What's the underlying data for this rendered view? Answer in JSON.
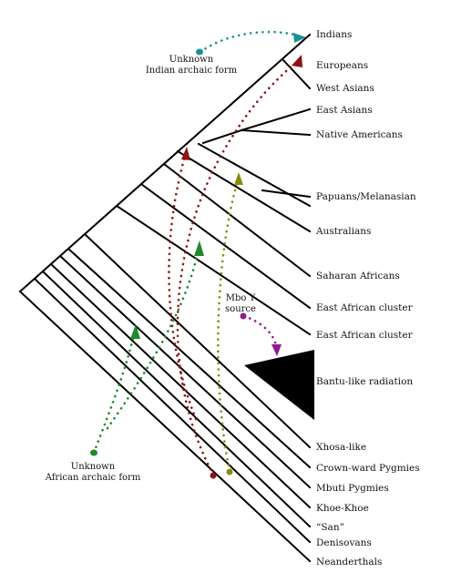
{
  "taxa": [
    "Indians",
    "Europeans",
    "West Asians",
    "East Asians",
    "Native Americans",
    "Papuans/Melanasian",
    "Australians",
    "Saharan Africans",
    "East African cluster",
    "East African cluster",
    "Bantu-like radiation",
    "Xhosa-like",
    "Crown-ward Pygmies",
    "Mbuti Pygmies",
    "Khoe-Khoe",
    "“San”",
    "Denisovans",
    "Neanderthals"
  ],
  "annotations": {
    "indian_archaic": [
      "Unknown",
      "Indian archaic form"
    ],
    "mbo_y": [
      "Mbo Y",
      "source"
    ],
    "african_archaic": [
      "Unknown",
      "African archaic form"
    ]
  },
  "colors": {
    "teal": "#1e8e94",
    "darkred": "#8b1414",
    "olive": "#8a8a12",
    "green": "#1f8a2b",
    "purple": "#8e1b8e",
    "tree": "#000000"
  }
}
